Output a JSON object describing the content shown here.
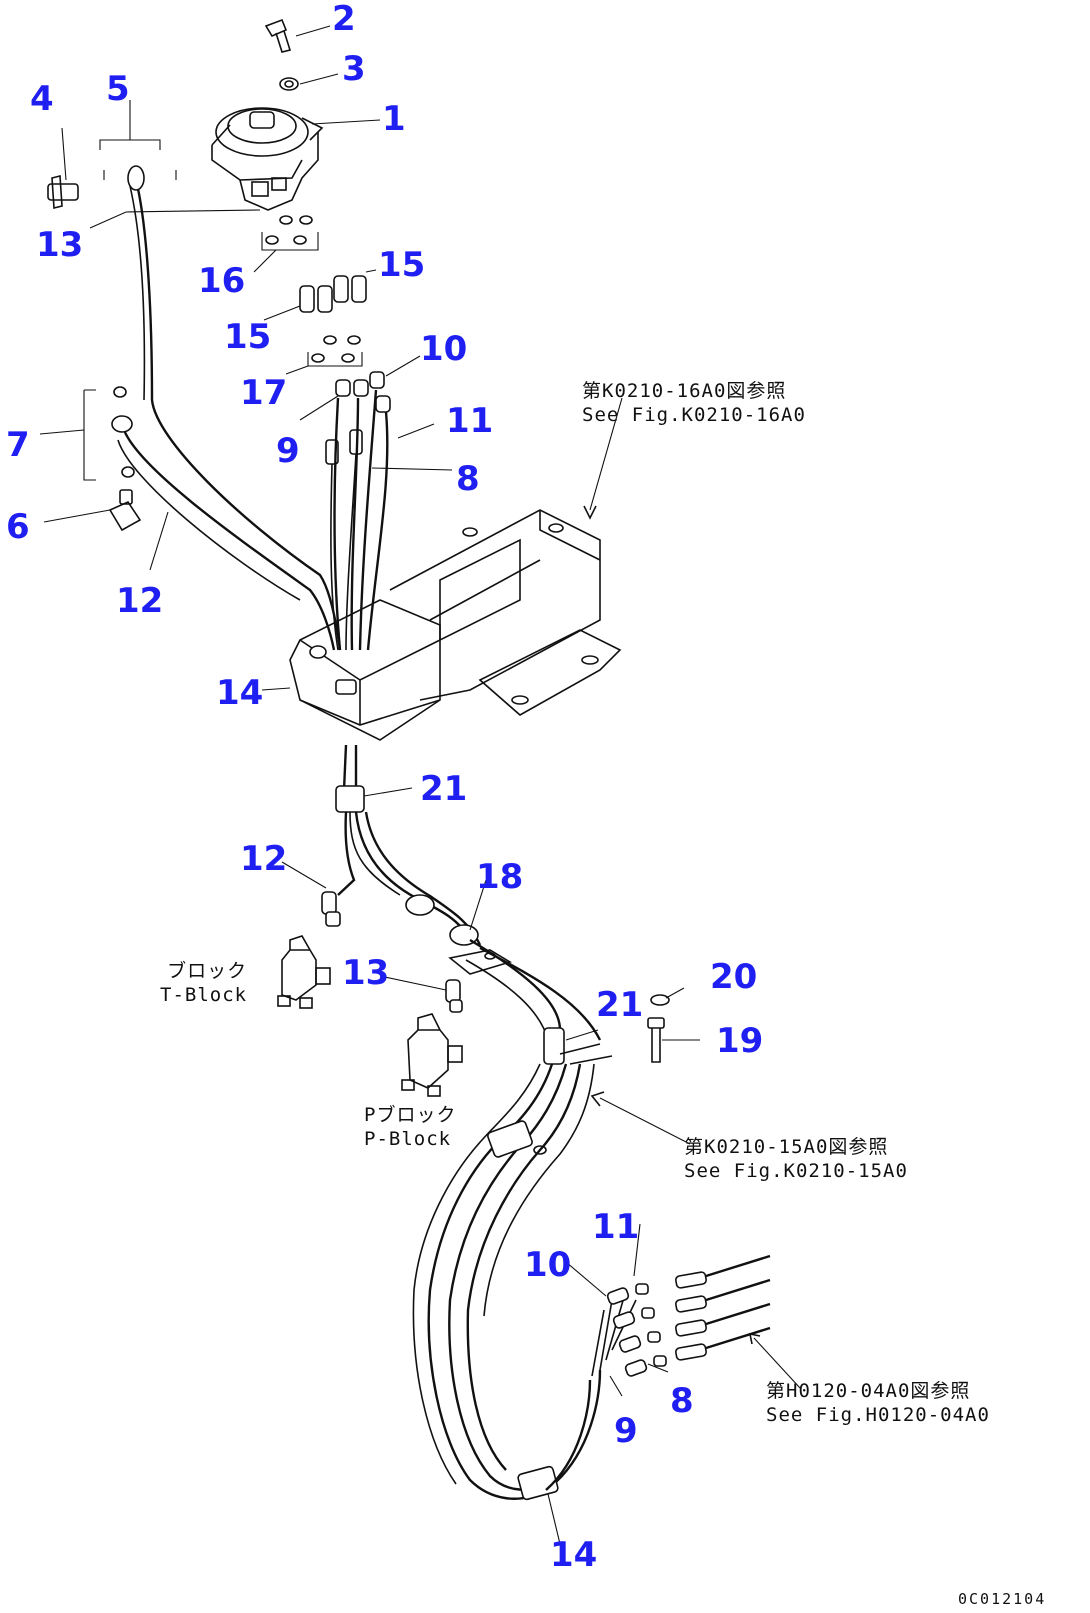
{
  "callouts": {
    "n1": "1",
    "n2": "2",
    "n3": "3",
    "n4": "4",
    "n5": "5",
    "n6": "6",
    "n7": "7",
    "n8_top": "8",
    "n9_top": "9",
    "n10_top": "10",
    "n11_top": "11",
    "n12_top": "12",
    "n13_top": "13",
    "n14_top": "14",
    "n15_right": "15",
    "n15_left": "15",
    "n16": "16",
    "n17": "17",
    "n21_top": "21",
    "n12_mid": "12",
    "n18": "18",
    "n13_mid": "13",
    "n20": "20",
    "n21_mid": "21",
    "n19": "19",
    "n11_bot": "11",
    "n10_bot": "10",
    "n8_bot": "8",
    "n9_bot": "9",
    "n14_bot": "14"
  },
  "refs": {
    "ref_top_jp": "第K0210-16A0図参照",
    "ref_top_en": "See Fig.K0210-16A0",
    "ref_mid_jp": "第K0210-15A0図参照",
    "ref_mid_en": "See Fig.K0210-15A0",
    "ref_bot_jp": "第H0120-04A0図参照",
    "ref_bot_en": "See Fig.H0120-04A0"
  },
  "blocks": {
    "t_block_jp": "ブロック",
    "t_block_en": "T-Block",
    "p_block_jp": "Pブロック",
    "p_block_en": "P-Block"
  },
  "drawing_code": "0C012104"
}
